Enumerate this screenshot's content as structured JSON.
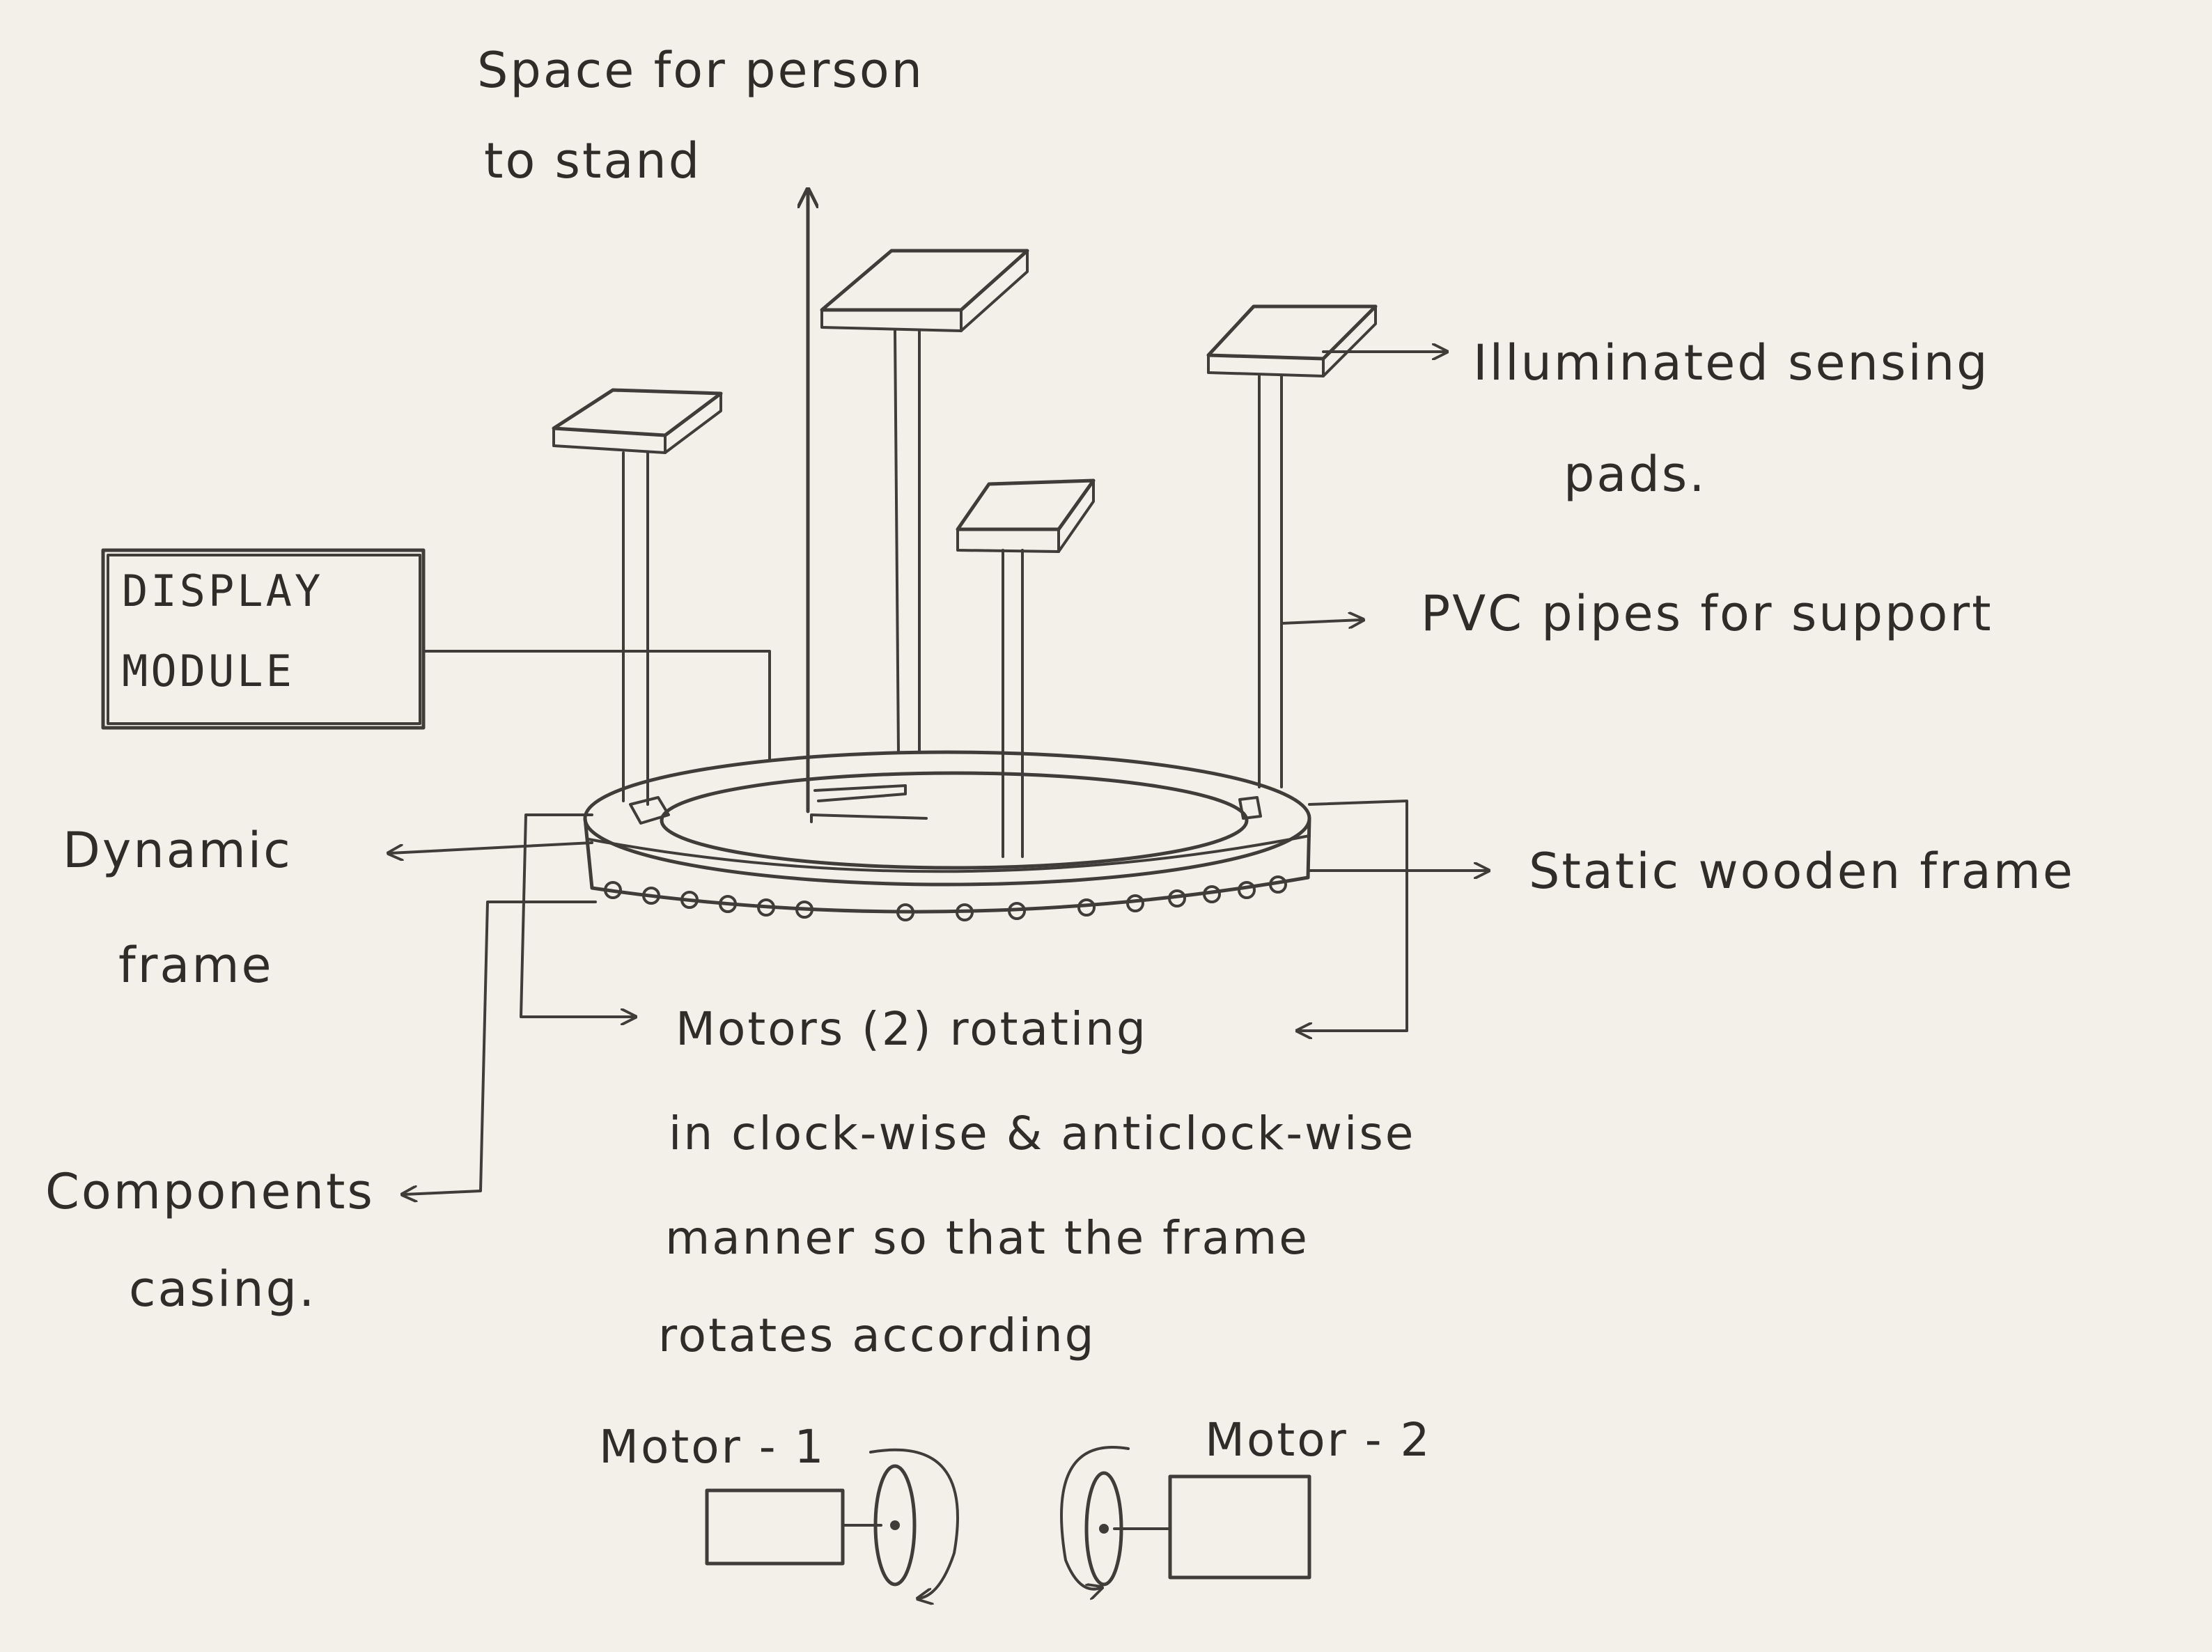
{
  "labels": {
    "space_line1": "Space for person",
    "space_line2": "to stand",
    "illuminated_line1": "Illuminated sensing",
    "illuminated_line2": "pads.",
    "pvc": "PVC pipes for support",
    "display_line1": "DISPLAY",
    "display_line2": "MODULE",
    "dynamic_line1": "Dynamic",
    "dynamic_line2": "frame",
    "static": "Static wooden frame",
    "motors_line1": "Motors (2) rotating",
    "motors_line2": "in clock-wise & anticlock-wise",
    "motors_line3": "manner so that the frame",
    "motors_line4": "rotates according",
    "components_line1": "Components",
    "components_line2": "casing.",
    "motor1": "Motor - 1",
    "motor2": "Motor - 2"
  },
  "colors": {
    "paper": "#f3efe9",
    "ink": "#3f3c39"
  }
}
